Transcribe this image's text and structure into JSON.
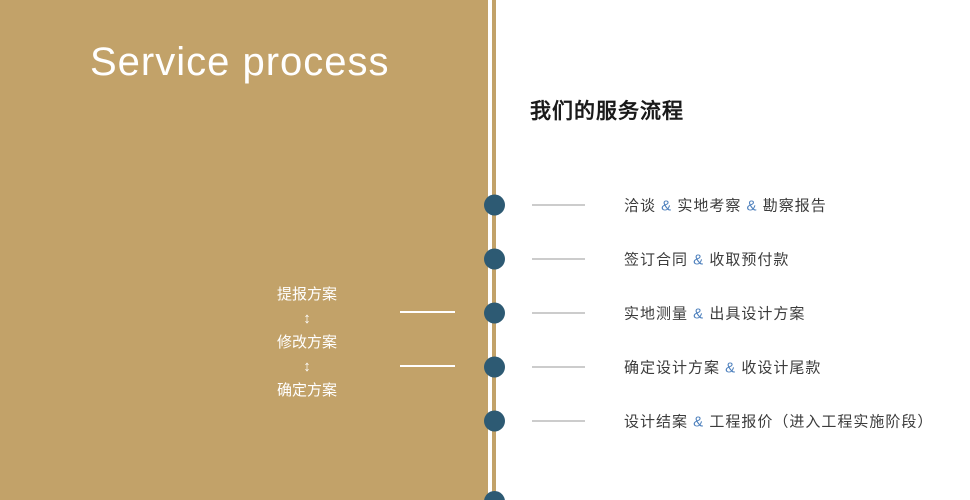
{
  "colors": {
    "gold": "#c2a269",
    "dot": "#2d5a73",
    "amp": "#4f81bd",
    "step_text": "#3c3c3c",
    "heading": "#1a1a1a",
    "dash": "#cccccc"
  },
  "left_panel": {
    "title": "Service process",
    "plan": {
      "items": [
        "提报方案",
        "修改方案",
        "确定方案"
      ],
      "arrow_glyph": "↕"
    }
  },
  "right_panel": {
    "heading": "我们的服务流程",
    "separator": "&",
    "steps": [
      [
        "洽谈",
        "实地考察",
        "勘察报告"
      ],
      [
        "签订合同",
        "收取预付款"
      ],
      [
        "实地测量",
        "出具设计方案"
      ],
      [
        "确定设计方案",
        "收设计尾款"
      ],
      [
        "设计结案",
        "工程报价（进入工程实施阶段）"
      ]
    ]
  }
}
